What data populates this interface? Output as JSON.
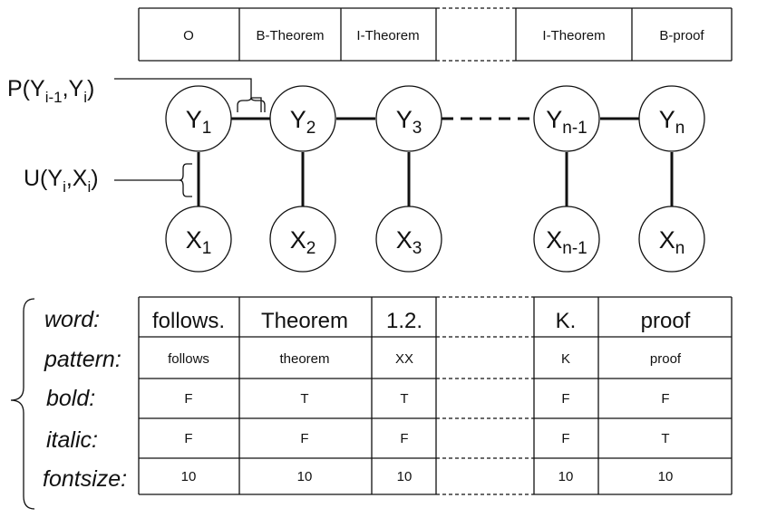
{
  "labels": {
    "top_row": [
      "O",
      "B-Theorem",
      "I-Theorem",
      "I-Theorem",
      "B-proof"
    ],
    "pairwise_potential": {
      "main": "P(Y",
      "sub1": "i-1",
      "sep": ",Y",
      "sub2": "i",
      "close": ")"
    },
    "unary_potential": {
      "main": "U(Y",
      "sub1": "i",
      "sep": ",X",
      "sub2": "i",
      "close": ")"
    }
  },
  "nodes": {
    "y": [
      {
        "base": "Y",
        "sub": "1"
      },
      {
        "base": "Y",
        "sub": "2"
      },
      {
        "base": "Y",
        "sub": "3"
      },
      {
        "base": "Y",
        "sub": "n-1"
      },
      {
        "base": "Y",
        "sub": "n"
      }
    ],
    "x": [
      {
        "base": "X",
        "sub": "1"
      },
      {
        "base": "X",
        "sub": "2"
      },
      {
        "base": "X",
        "sub": "3"
      },
      {
        "base": "X",
        "sub": "n-1"
      },
      {
        "base": "X",
        "sub": "n"
      }
    ]
  },
  "features": {
    "names": [
      "word:",
      "pattern:",
      "bold:",
      "italic:",
      "fontsize:"
    ],
    "rows": [
      [
        "follows.",
        "Theorem",
        "1.2.",
        "K.",
        "proof"
      ],
      [
        "follows",
        "theorem",
        "XX",
        "K",
        "proof"
      ],
      [
        "F",
        "T",
        "T",
        "F",
        "F"
      ],
      [
        "F",
        "F",
        "F",
        "F",
        "T"
      ],
      [
        "10",
        "10",
        "10",
        "10",
        "10"
      ]
    ]
  }
}
